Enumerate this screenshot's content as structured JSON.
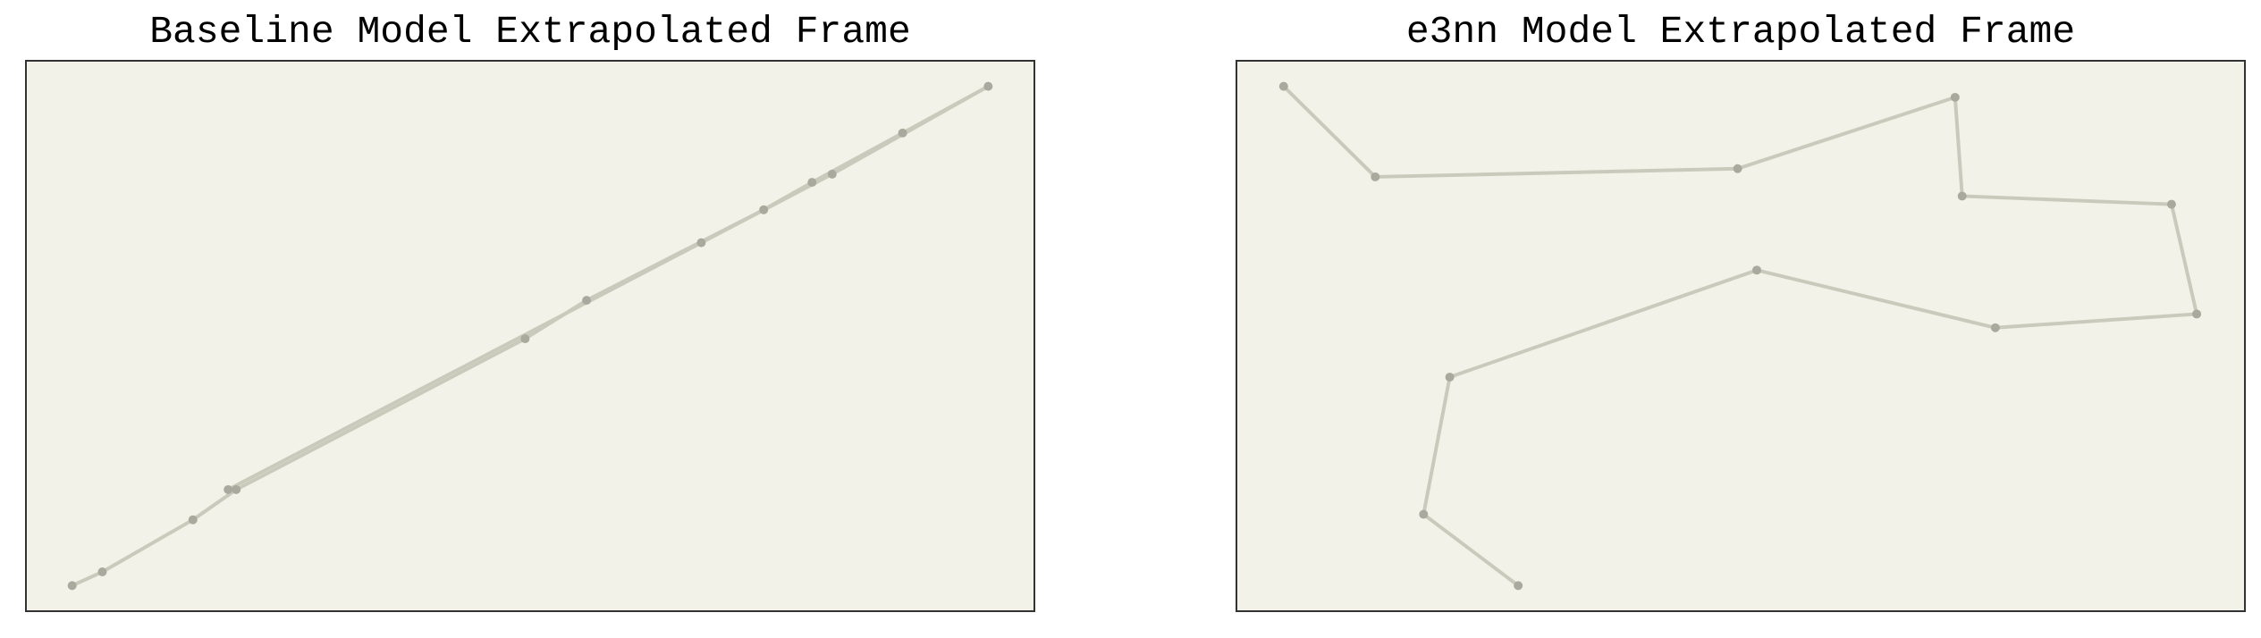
{
  "colors": {
    "plot_background": "#f2f2e8",
    "line": "#cacabc",
    "point": "#a9a99d",
    "frame": "#333333"
  },
  "chart_data": [
    {
      "type": "line",
      "title": "Baseline Model Extrapolated Frame",
      "xlabel": "",
      "ylabel": "",
      "grid": false,
      "axes_visible": false,
      "xlim": [
        0,
        100
      ],
      "ylim": [
        0,
        100
      ],
      "series": [
        {
          "values": [
            {
              "x": 4.5,
              "y": 4.5
            },
            {
              "x": 7.5,
              "y": 7.0
            },
            {
              "x": 16.5,
              "y": 16.5
            },
            {
              "x": 20.8,
              "y": 22.0
            },
            {
              "x": 49.5,
              "y": 49.5
            },
            {
              "x": 55.6,
              "y": 56.5
            },
            {
              "x": 73.2,
              "y": 73.0
            },
            {
              "x": 78.0,
              "y": 78.0
            },
            {
              "x": 87.0,
              "y": 87.0
            },
            {
              "x": 95.5,
              "y": 95.5
            },
            {
              "x": 80.0,
              "y": 79.5
            },
            {
              "x": 67.0,
              "y": 67.0
            },
            {
              "x": 20.0,
              "y": 22.0
            }
          ]
        }
      ]
    },
    {
      "type": "line",
      "title": "e3nn Model Extrapolated Frame",
      "xlabel": "",
      "ylabel": "",
      "grid": false,
      "axes_visible": false,
      "xlim": [
        0,
        100
      ],
      "ylim": [
        0,
        100
      ],
      "series": [
        {
          "values": [
            {
              "x": 4.6,
              "y": 95.5
            },
            {
              "x": 13.7,
              "y": 79.0
            },
            {
              "x": 49.7,
              "y": 80.5
            },
            {
              "x": 71.3,
              "y": 93.5
            },
            {
              "x": 72.0,
              "y": 75.5
            },
            {
              "x": 92.8,
              "y": 74.0
            },
            {
              "x": 95.3,
              "y": 54.0
            },
            {
              "x": 75.3,
              "y": 51.5
            },
            {
              "x": 51.6,
              "y": 62.0
            },
            {
              "x": 21.1,
              "y": 42.5
            },
            {
              "x": 18.5,
              "y": 17.5
            },
            {
              "x": 27.9,
              "y": 4.5
            }
          ]
        }
      ]
    }
  ]
}
